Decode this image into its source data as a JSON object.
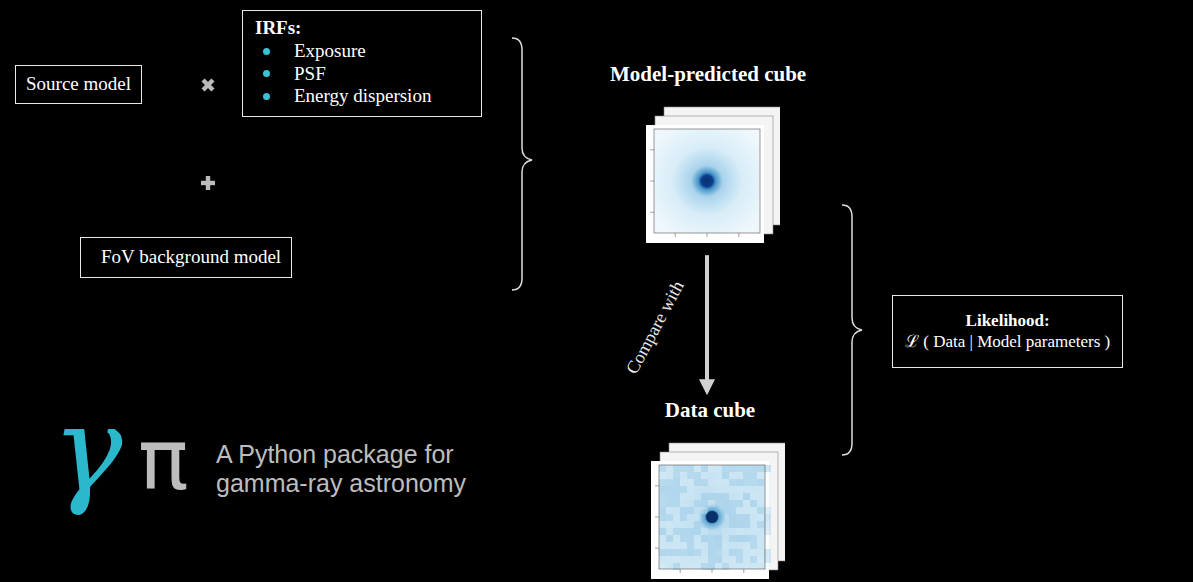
{
  "diagram": {
    "nodes": [
      {
        "text": [
          "Source model"
        ]
      },
      {
        "text": [
          "IRFs:",
          "Exposure",
          "PSF",
          "Energy dispersion"
        ]
      },
      {
        "text": [
          "FoV background model"
        ]
      },
      {
        "text": [
          "Model-predicted cube"
        ]
      },
      {
        "text": [
          "Data cube"
        ]
      },
      {
        "text": [
          "Likelihood:",
          "ℒ ( Data | Model parameters )"
        ]
      }
    ],
    "edges": [
      {
        "from": 3,
        "to": 4,
        "arrow": "to",
        "label": "Compare with"
      }
    ],
    "labels": [
      "γ",
      "π",
      "A Python package for gamma-ray astronomy"
    ]
  }
}
